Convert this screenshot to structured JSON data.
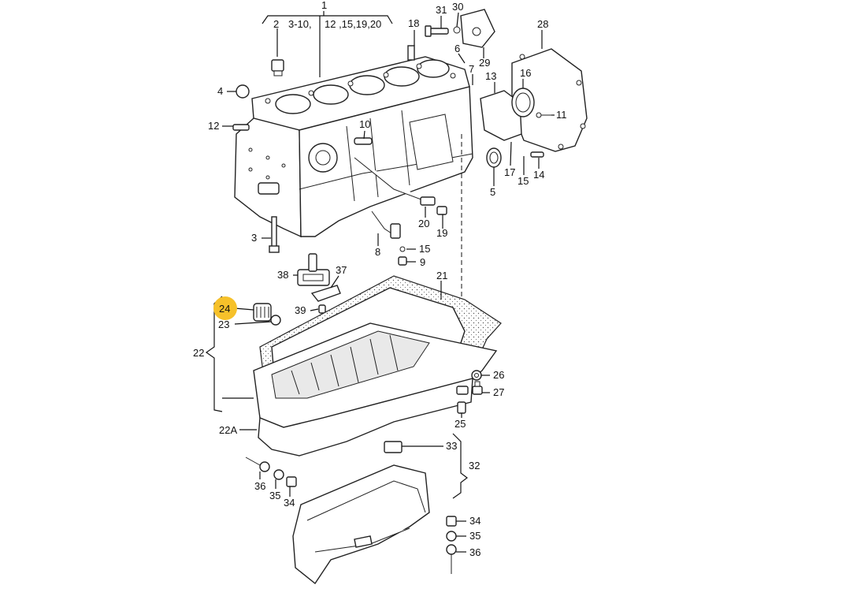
{
  "highlight": {
    "label": "24",
    "color": "#f6c12a"
  },
  "labels": {
    "l1": "1",
    "l2": "2",
    "l3_10": "3-10,",
    "l12": "12 ,15,19,20",
    "l18": "18",
    "l31": "31",
    "l30": "30",
    "l28": "28",
    "l29": "29",
    "l6": "6",
    "l7": "7",
    "l13": "13",
    "l16": "16",
    "l4": "4",
    "l11": "11",
    "l12b": "12",
    "l10": "10",
    "l17": "17",
    "l15a": "15",
    "l14": "14",
    "l5": "5",
    "l20": "20",
    "l19": "19",
    "l3": "3",
    "l8": "8",
    "l15b": "15",
    "l9": "9",
    "l38": "38",
    "l37": "37",
    "l21": "21",
    "l24": "24",
    "l39": "39",
    "l23": "23",
    "l22": "22",
    "l26": "26",
    "l27": "27",
    "l25": "25",
    "l22A": "22A",
    "l33": "33",
    "l32": "32",
    "l36a": "36",
    "l35a": "35",
    "l34a": "34",
    "l34b": "34",
    "l35b": "35",
    "l36b": "36"
  }
}
